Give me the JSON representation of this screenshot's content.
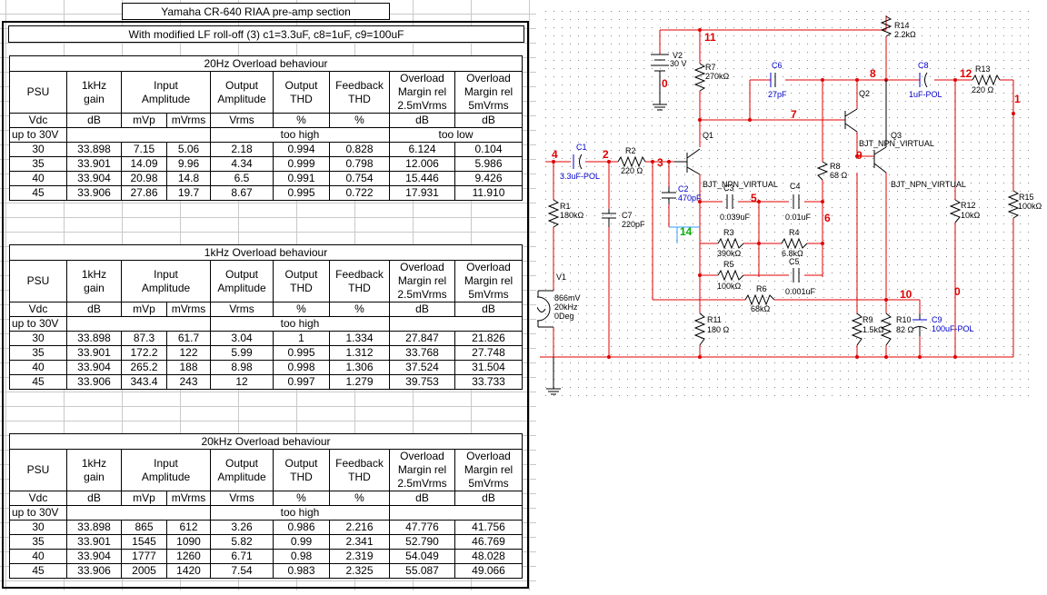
{
  "title": "Yamaha CR-640 RIAA pre-amp section",
  "subtitle": "With modified LF roll-off (3) c1=3.3uF, c8=1uF, c9=100uF",
  "header_row1": [
    "PSU",
    "1kHz\ngain",
    "Input\nAmplitude",
    "Output\nAmplitude",
    "Output\nTHD",
    "Feedback\nTHD",
    "Overload\nMargin rel\n2.5mVrms",
    "Overload\nMargin rel\n5mVrms"
  ],
  "units_row": [
    "Vdc",
    "dB",
    "mVp",
    "mVrms",
    "Vrms",
    "%",
    "%",
    "dB",
    "dB"
  ],
  "tables": [
    {
      "title": "20Hz Overload behaviour",
      "flags": [
        "up to 30V",
        "",
        "too high",
        "",
        "too low"
      ],
      "rows": [
        [
          "30",
          "33.898",
          "7.15",
          "5.06",
          "2.18",
          "0.994",
          "0.828",
          "6.124",
          "0.104"
        ],
        [
          "35",
          "33.901",
          "14.09",
          "9.96",
          "4.34",
          "0.999",
          "0.798",
          "12.006",
          "5.986"
        ],
        [
          "40",
          "33.904",
          "20.98",
          "14.8",
          "6.5",
          "0.991",
          "0.754",
          "15.446",
          "9.426"
        ],
        [
          "45",
          "33.906",
          "27.86",
          "19.7",
          "8.67",
          "0.995",
          "0.722",
          "17.931",
          "11.910"
        ]
      ]
    },
    {
      "title": "1kHz Overload behaviour",
      "flags": [
        "up to 30V",
        "",
        "too high",
        "",
        ""
      ],
      "rows": [
        [
          "30",
          "33.898",
          "87.3",
          "61.7",
          "3.04",
          "1",
          "1.334",
          "27.847",
          "21.826"
        ],
        [
          "35",
          "33.901",
          "172.2",
          "122",
          "5.99",
          "0.995",
          "1.312",
          "33.768",
          "27.748"
        ],
        [
          "40",
          "33.904",
          "265.2",
          "188",
          "8.98",
          "0.998",
          "1.306",
          "37.524",
          "31.504"
        ],
        [
          "45",
          "33.906",
          "343.4",
          "243",
          "12",
          "0.997",
          "1.279",
          "39.753",
          "33.733"
        ]
      ]
    },
    {
      "title": "20kHz Overload behaviour",
      "flags": [
        "up to 30V",
        "",
        "too high",
        "",
        ""
      ],
      "rows": [
        [
          "30",
          "33.898",
          "865",
          "612",
          "3.26",
          "0.986",
          "2.216",
          "47.776",
          "41.756"
        ],
        [
          "35",
          "33.901",
          "1545",
          "1090",
          "5.82",
          "0.99",
          "2.341",
          "52.790",
          "46.769"
        ],
        [
          "40",
          "33.904",
          "1777",
          "1260",
          "6.71",
          "0.98",
          "2.319",
          "54.049",
          "48.028"
        ],
        [
          "45",
          "33.906",
          "2005",
          "1420",
          "7.54",
          "0.983",
          "2.325",
          "55.087",
          "49.066"
        ]
      ]
    }
  ],
  "schematic": {
    "colors": {
      "wire": "#e00000",
      "comp": "#000000",
      "cap_blue": "#0000cc",
      "node_green": "#00b000",
      "grid_dot": "#888888"
    },
    "node_labels": [
      "11",
      "0",
      "8",
      "12",
      "1",
      "7",
      "9",
      "4",
      "2",
      "3",
      "5",
      "6",
      "14",
      "10",
      "0"
    ],
    "components": [
      {
        "ref": "V2",
        "val": "30 V"
      },
      {
        "ref": "R7",
        "val": "270kΩ"
      },
      {
        "ref": "C6",
        "val": "27pF"
      },
      {
        "ref": "R14",
        "val": "2.2kΩ"
      },
      {
        "ref": "C8",
        "val": "1uF-POL"
      },
      {
        "ref": "R13",
        "val": "220 Ω"
      },
      {
        "ref": "Q2",
        "val": ""
      },
      {
        "ref": "Q1",
        "val": ""
      },
      {
        "ref": "Q3",
        "val": "BJT_NPN_VIRTUAL"
      },
      {
        "ref": "C1",
        "val": "3.3uF-POL"
      },
      {
        "ref": "R2",
        "val": "220 Ω"
      },
      {
        "ref": "R8",
        "val": "68 Ω"
      },
      {
        "ref": "R1",
        "val": "180kΩ"
      },
      {
        "ref": "C2",
        "val": "470pF"
      },
      {
        "ref": "C3",
        "val": "0.039uF"
      },
      {
        "ref": "C4",
        "val": "0.01uF"
      },
      {
        "ref": "C7",
        "val": "220pF"
      },
      {
        "ref": "R3",
        "val": "390kΩ"
      },
      {
        "ref": "R4",
        "val": "6.8kΩ"
      },
      {
        "ref": "R5",
        "val": "100kΩ"
      },
      {
        "ref": "C5",
        "val": "0.001uF"
      },
      {
        "ref": "R6",
        "val": "68kΩ"
      },
      {
        "ref": "R12",
        "val": "10kΩ"
      },
      {
        "ref": "R15",
        "val": "100kΩ"
      },
      {
        "ref": "V1",
        "val": "866mV\n20kHz\n0Deg"
      },
      {
        "ref": "R11",
        "val": "180 Ω"
      },
      {
        "ref": "R9",
        "val": "1.5kΩ"
      },
      {
        "ref": "R10",
        "val": "82 Ω"
      },
      {
        "ref": "C9",
        "val": "100uF-POL"
      }
    ],
    "q1_model": "BJT_NPN_VIRTUAL",
    "q2_model": "BJT_NPN_VIRTUAL"
  }
}
